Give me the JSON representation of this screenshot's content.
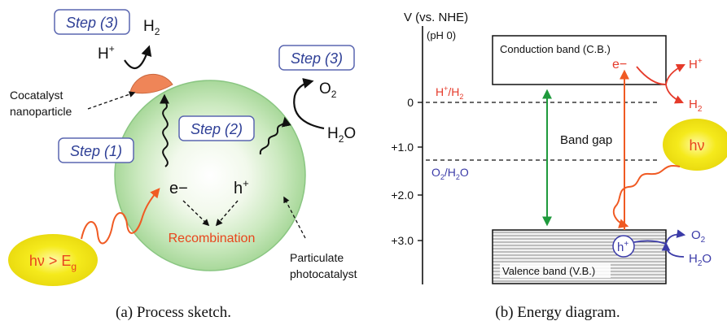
{
  "panel_a": {
    "step3_top": "Step (3)",
    "step3_right": "Step (3)",
    "step2": "Step (2)",
    "step1": "Step (1)",
    "h2": "H",
    "h2_sub": "2",
    "h_plus": "H",
    "h_plus_sup": "+",
    "o2": "O",
    "o2_sub": "2",
    "h2o_h": "H",
    "h2o_sub": "2",
    "h2o_o": "O",
    "cocatalyst_line1": "Cocatalyst",
    "cocatalyst_line2": "nanoparticle",
    "electron": "e−",
    "hole": "h",
    "hole_sup": "+",
    "recombination": "Recombination",
    "photon": "hν > E",
    "photon_sub": "g",
    "particulate_line1": "Particulate",
    "particulate_line2": "photocatalyst",
    "caption": "(a) Process sketch."
  },
  "panel_b": {
    "axis_title": "V (vs. NHE)",
    "axis_subtitle": "(pH 0)",
    "ticks": [
      "0",
      "+1.0",
      "+2.0",
      "+3.0"
    ],
    "conduction_band": "Conduction band (C.B.)",
    "valence_band": "Valence band (V.B.)",
    "h_redox": "H",
    "h_redox_sup": "+",
    "h_redox_tail": "/H",
    "h_redox_sub": "2",
    "o_redox": "O",
    "o_redox_sub": "2",
    "o_redox_tail": "/H",
    "o_redox_sub2": "2",
    "o_redox_end": "O",
    "band_gap": "Band gap",
    "electron": "e−",
    "hole": "h",
    "hole_sup": "+",
    "h_plus": "H",
    "h_plus_sup": "+",
    "h2": "H",
    "h2_sub": "2",
    "photon": "hν",
    "o2": "O",
    "o2_sub": "2",
    "h2o_h": "H",
    "h2o_sub": "2",
    "h2o_o": "O",
    "caption": "(b) Energy diagram."
  },
  "colors": {
    "step_border": "#5a66b0",
    "step_text": "#2e3f96",
    "particle_edge": "#8ac682",
    "cocatalyst": "#ef8558",
    "orange": "#f05a23",
    "green": "#1f9a3c",
    "blue": "#3b3ba8",
    "photon_glow": "#f5ea1c"
  }
}
